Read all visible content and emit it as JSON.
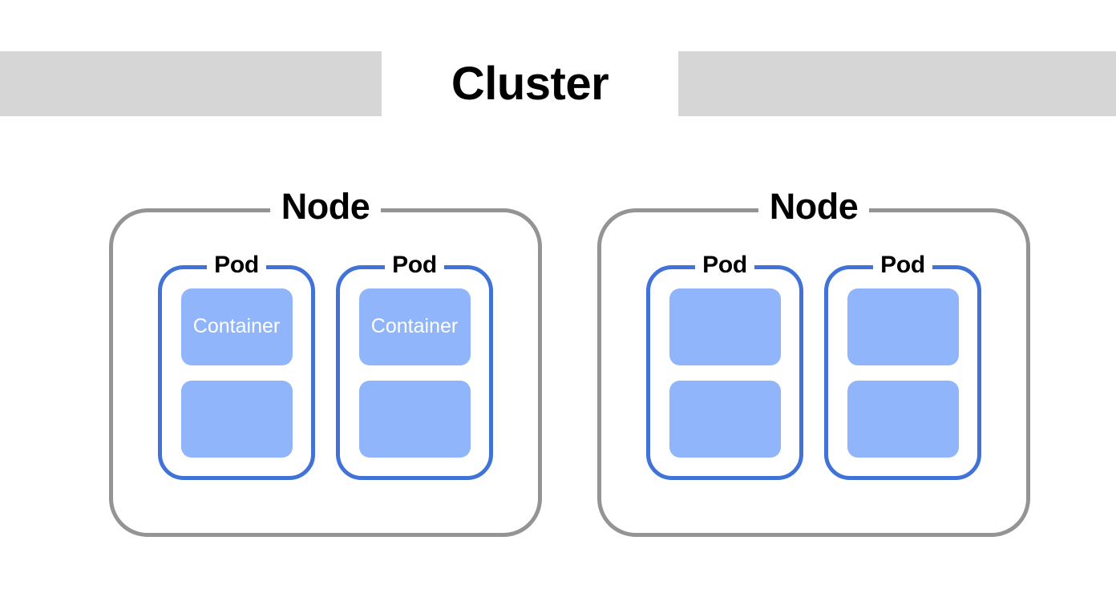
{
  "diagram": {
    "title": "Cluster",
    "header_band_color": "#d6d6d6",
    "node_border_color": "#949494",
    "pod_border_color": "#4072d8",
    "container_fill_color": "#90b5fa",
    "container_text_color": "#ffffff",
    "background_color": "#ffffff"
  },
  "nodes": [
    {
      "label": "Node",
      "pods": [
        {
          "label": "Pod",
          "containers": [
            {
              "label": "Container"
            },
            {
              "label": ""
            }
          ]
        },
        {
          "label": "Pod",
          "containers": [
            {
              "label": "Container"
            },
            {
              "label": ""
            }
          ]
        }
      ]
    },
    {
      "label": "Node",
      "pods": [
        {
          "label": "Pod",
          "containers": [
            {
              "label": ""
            },
            {
              "label": ""
            }
          ]
        },
        {
          "label": "Pod",
          "containers": [
            {
              "label": ""
            },
            {
              "label": ""
            }
          ]
        }
      ]
    }
  ]
}
